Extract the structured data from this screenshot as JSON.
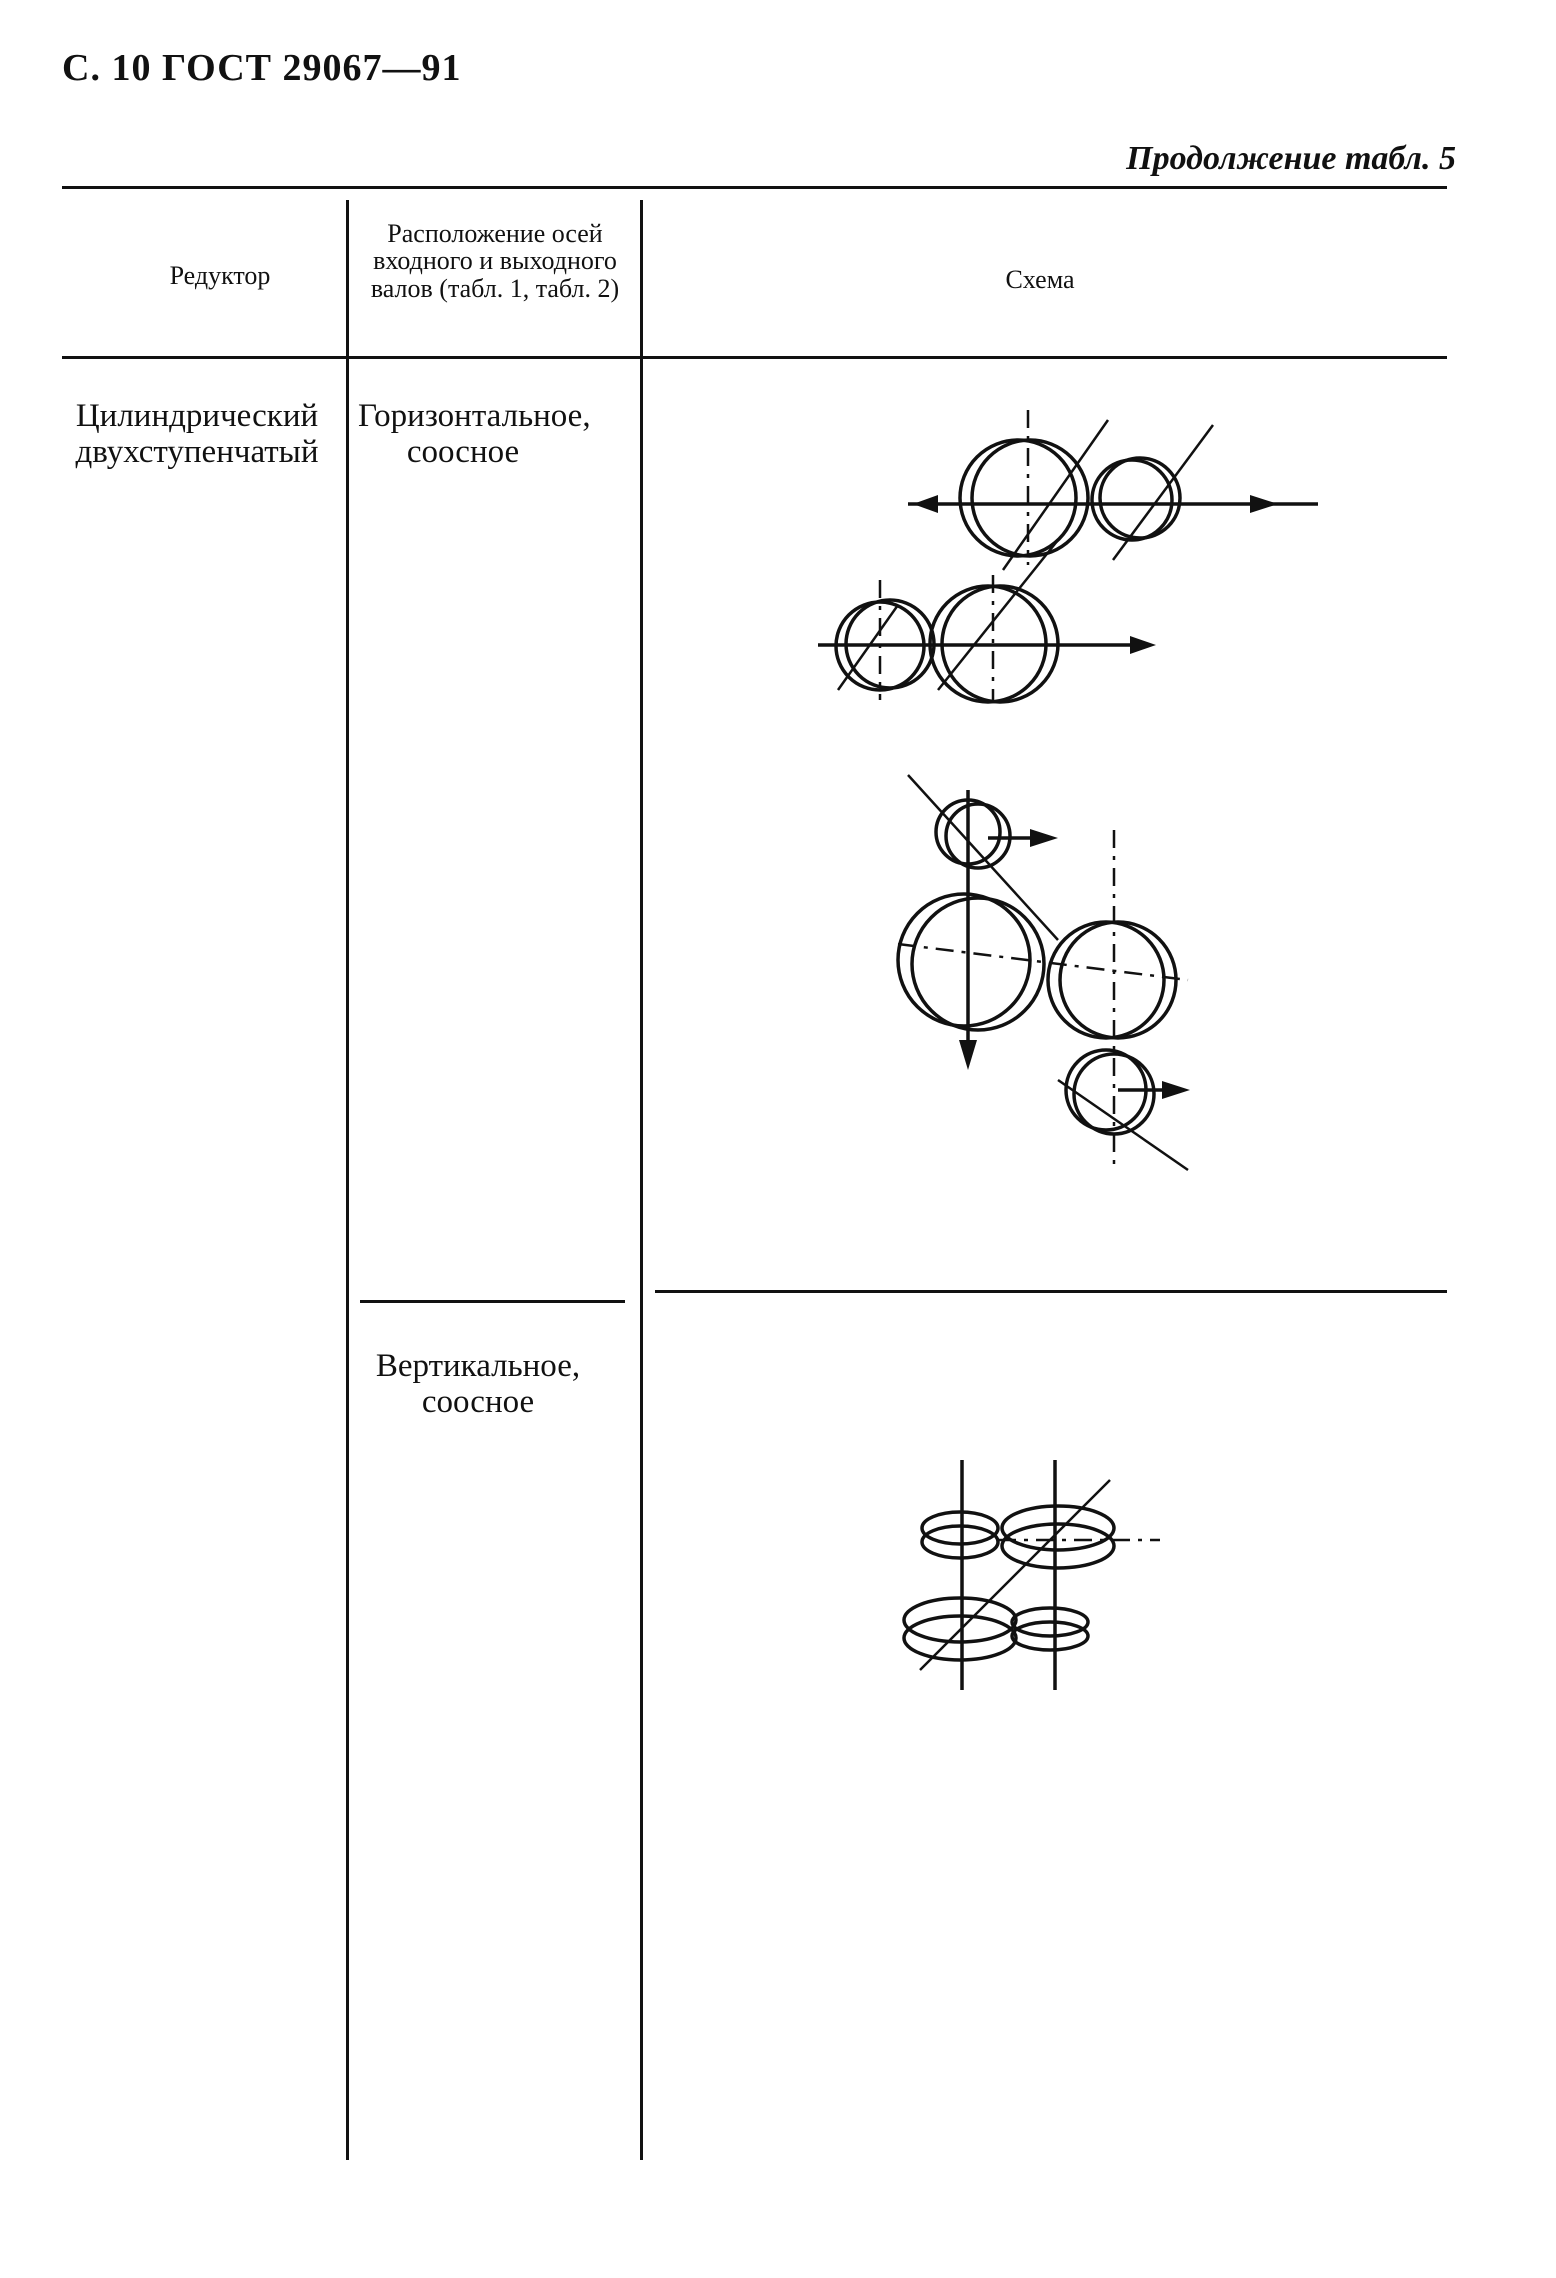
{
  "page_header": "С. 10 ГОСТ 29067—91",
  "continuation": "Продолжение табл. 5",
  "table": {
    "columns": [
      "Редуктор",
      "Расположение осей входного и выходного валов (табл. 1, табл. 2)",
      "Схема"
    ],
    "reducer": "Цилиндрический двухступенчатый",
    "rows": [
      {
        "arrangement": "Горизонтальное, соосное"
      },
      {
        "arrangement": "Вертикальное, соосное"
      }
    ]
  }
}
